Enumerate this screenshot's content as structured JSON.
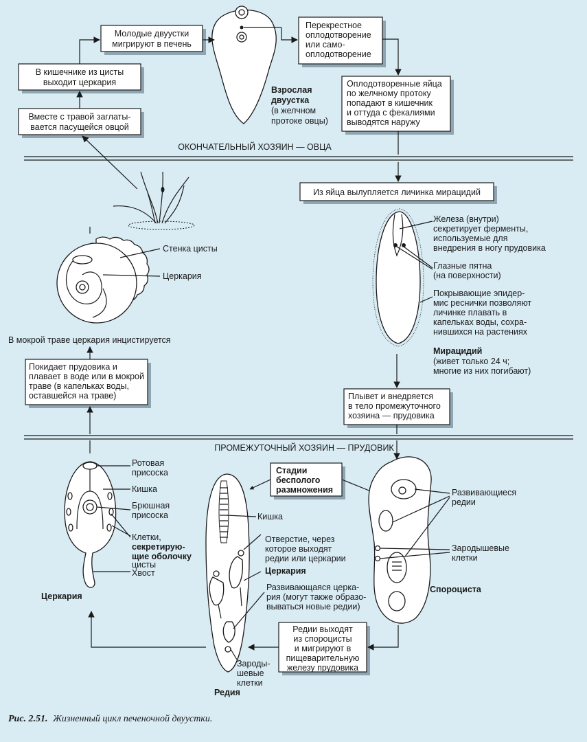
{
  "boxes": {
    "young_flukes": [
      "Молодые двуустки",
      "мигрируют в печень"
    ],
    "cross_fert": [
      "Перекрестное",
      "оплодотворение",
      "или само-",
      "оплодотворение"
    ],
    "in_intestine": [
      "В кишечнике из цисты",
      "выходит церкария"
    ],
    "swallowed": [
      "Вместе с травой заглаты-",
      "вается пасущейся овцой"
    ],
    "fert_eggs": [
      "Оплодотворенные яйца",
      "по желчному протоку",
      "попадают в кишечник",
      "и оттуда с фекалиями",
      "выводятся наружу"
    ],
    "hatch": [
      "Из яйца вылупляется личинка мирацидий"
    ],
    "leaves_snail": [
      "Покидает   прудовика  и",
      "плавает в воде или в мокрой",
      "траве    (в капельках воды,",
      "оставшейся на траве)"
    ],
    "swims_in": [
      "Плывет и внедряется",
      "в тело промежуточного",
      "хозяина —  прудовика"
    ],
    "stages": [
      "Стадии",
      "бесполого",
      "размножения"
    ],
    "redia_exit": [
      "Редии выходят",
      "из спороцисты",
      "и мигрируют в",
      "пищеварительную",
      "железу прудовика"
    ]
  },
  "labels": {
    "adult_title": [
      "Взрослая",
      "двуустка"
    ],
    "adult_sub": [
      "(в желчном",
      "протоке овцы)"
    ],
    "definitive_host": "ОКОНЧАТЕЛЬНЫЙ ХОЗЯИН — ОВЦА",
    "intermediate_host": "ПРОМЕЖУТОЧНЫЙ ХОЗЯИН — ПРУДОВИК",
    "cyst_wall": "Стенка цисты",
    "cyst_cercaria": "Церкария",
    "cyst_caption": "В мокрой траве церкария инцистируется",
    "gland": [
      "Железа (внутри)",
      "секретирует ферменты,",
      "используемые для",
      "внедрения в ногу прудовика"
    ],
    "eyespots": [
      "Глазные пятна",
      "(на поверхности)"
    ],
    "cilia": [
      "Покрывающие эпидер-",
      "мис реснички позволяют",
      "личинке плавать в",
      "капельках воды, сохра-",
      "нившихся на растениях"
    ],
    "miracidium_title": "Мирацидий",
    "miracidium_sub": [
      "(живет только 24 ч;",
      "многие из них погибают)"
    ],
    "oral_sucker": [
      "Ротовая",
      "присоска"
    ],
    "gut": "Кишка",
    "ventral_sucker": [
      "Брюшная",
      "присоска"
    ],
    "cells_a": "Клетки,",
    "cells_b": "секретирую-",
    "cells_c": "щие оболочку",
    "cells_d": "цисты",
    "tail": "Хвост",
    "cercaria_title": "Церкария",
    "redia_gut": "Кишка",
    "opening": [
      "Отверстие, через",
      "которое выходят",
      "редии или церкарии"
    ],
    "redia_cercaria": "Церкария",
    "developing_cercaria": [
      "Развивающаяся церка-",
      "рия (могут также образо-",
      "вываться новые редии)"
    ],
    "germ_cells_redia": [
      "Зароды-",
      "шевые",
      "клетки"
    ],
    "redia_title": "Редия",
    "developing_rediae": [
      "Развивающиеся",
      "редии"
    ],
    "germ_cells_sporo": [
      "Зародышевые",
      "клетки"
    ],
    "sporocyst_title": "Спороциста"
  },
  "caption": {
    "number": "Рис. 2.51.",
    "text": "Жизненный цикл печеночной двуустки."
  },
  "colors": {
    "background": "#d9ebf3",
    "box_fill": "#ffffff",
    "box_shadow": "#8fa6b2",
    "ink": "#1a1a1a"
  }
}
